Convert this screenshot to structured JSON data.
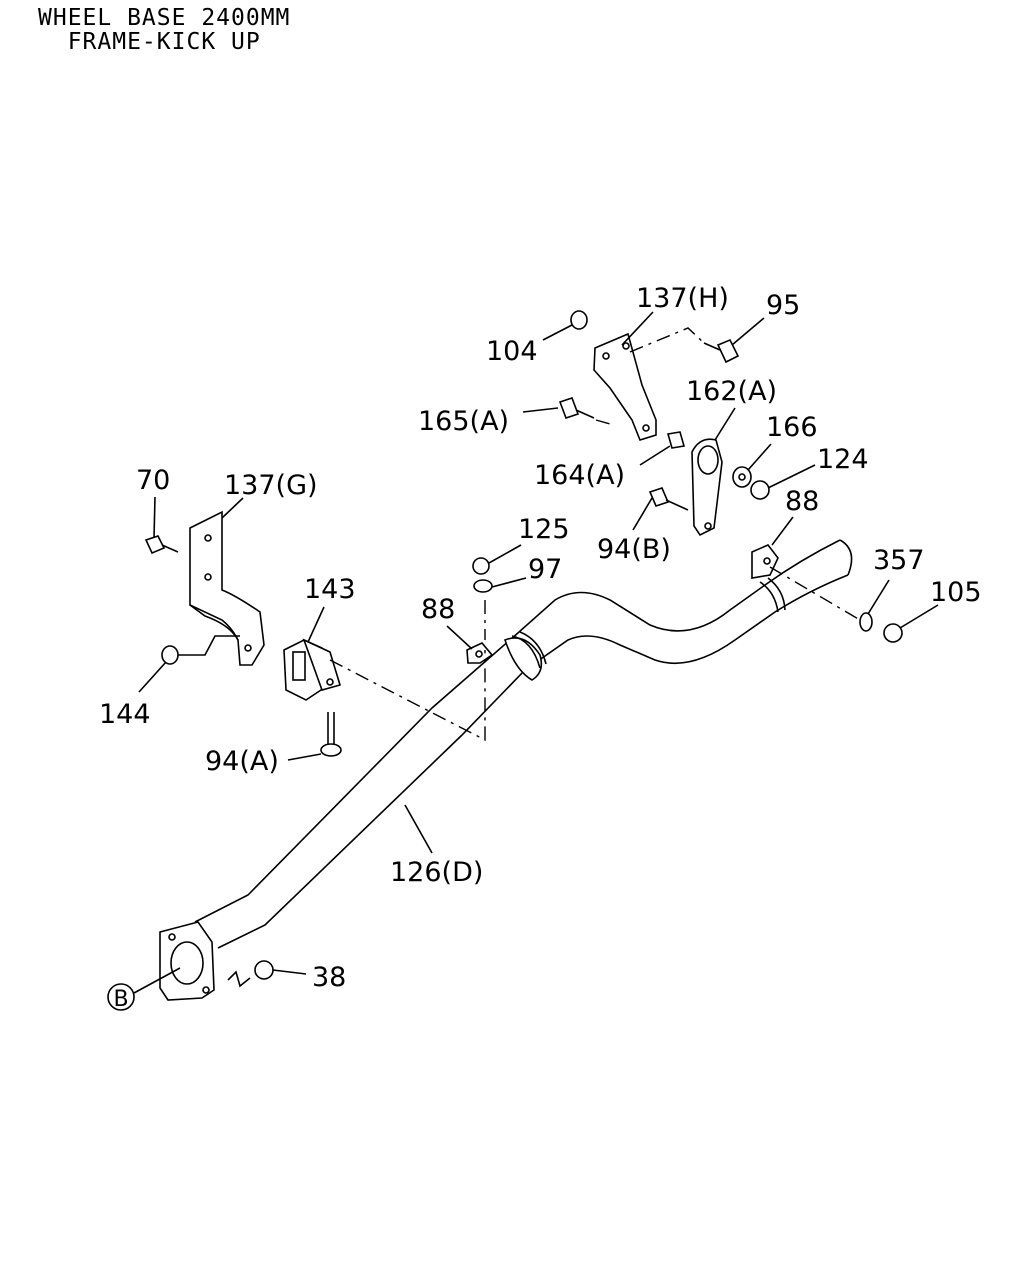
{
  "header": {
    "line1": "WHEEL BASE 2400MM",
    "line2": "  FRAME-KICK UP"
  },
  "callouts": [
    {
      "id": "c-137h",
      "text": "137(H)"
    },
    {
      "id": "c-95",
      "text": "95"
    },
    {
      "id": "c-104",
      "text": "104"
    },
    {
      "id": "c-162a",
      "text": "162(A)"
    },
    {
      "id": "c-165a",
      "text": "165(A)"
    },
    {
      "id": "c-166",
      "text": "166"
    },
    {
      "id": "c-124",
      "text": "124"
    },
    {
      "id": "c-164a",
      "text": "164(A)"
    },
    {
      "id": "c-88r",
      "text": "88"
    },
    {
      "id": "c-70",
      "text": "70"
    },
    {
      "id": "c-137g",
      "text": "137(G)"
    },
    {
      "id": "c-125",
      "text": "125"
    },
    {
      "id": "c-94b",
      "text": "94(B)"
    },
    {
      "id": "c-97",
      "text": "97"
    },
    {
      "id": "c-357",
      "text": "357"
    },
    {
      "id": "c-143",
      "text": "143"
    },
    {
      "id": "c-105",
      "text": "105"
    },
    {
      "id": "c-88l",
      "text": "88"
    },
    {
      "id": "c-144",
      "text": "144"
    },
    {
      "id": "c-94a",
      "text": "94(A)"
    },
    {
      "id": "c-126d",
      "text": "126(D)"
    },
    {
      "id": "c-38",
      "text": "38"
    }
  ],
  "reference_marker": "B"
}
